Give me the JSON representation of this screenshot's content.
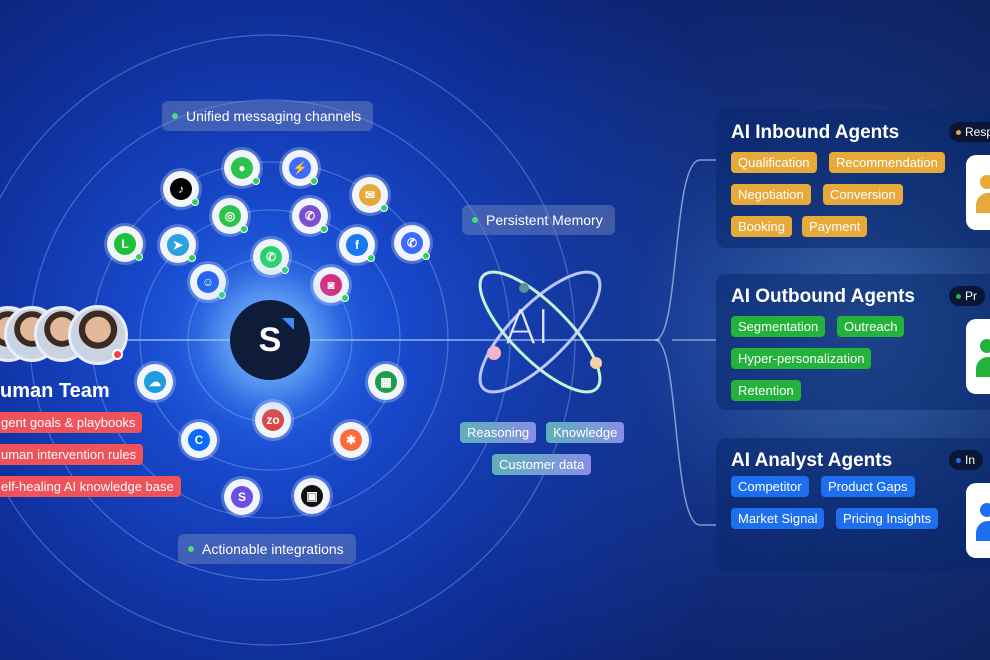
{
  "channels_label": "Unified messaging channels",
  "integrations_label": "Actionable integrations",
  "memory_label": "Persistent Memory",
  "hub_logo": "S",
  "ai_logo": "AI",
  "ai_tags": [
    "Reasoning",
    "Knowledge",
    "Customer data"
  ],
  "human_team": {
    "title": "uman Team",
    "rules": [
      "gent goals & playbooks",
      "uman intervention rules",
      "elf-healing AI knowledge base"
    ]
  },
  "channel_icons": [
    "tiktok-icon",
    "imessage-icon",
    "messenger-icon",
    "email-icon",
    "line-icon",
    "telegram-icon",
    "wechat-icon",
    "viber-icon",
    "facebook-icon",
    "phone-icon",
    "whatsapp-icon",
    "instagram-icon",
    "chat-icon"
  ],
  "integration_icons": [
    "salesforce-icon",
    "google-sheets-icon",
    "zoho-icon",
    "hubspot-icon",
    "calendly-icon",
    "s-app-icon",
    "squarespace-icon"
  ],
  "agents": [
    {
      "title": "AI Inbound Agents",
      "badge": "Resp",
      "color": "#e6a93a",
      "tags": [
        "Qualification",
        "Recommendation",
        "Negotiation",
        "Conversion",
        "Booking",
        "Payment"
      ]
    },
    {
      "title": "AI Outbound Agents",
      "badge": "Pr",
      "color": "#23b23a",
      "tags": [
        "Segmentation",
        "Outreach",
        "Hyper-personalization",
        "Retention"
      ]
    },
    {
      "title": "AI Analyst Agents",
      "badge": "In",
      "color": "#1e6fef",
      "tags": [
        "Competitor",
        "Product Gaps",
        "Market Signal",
        "Pricing Insights"
      ]
    }
  ]
}
